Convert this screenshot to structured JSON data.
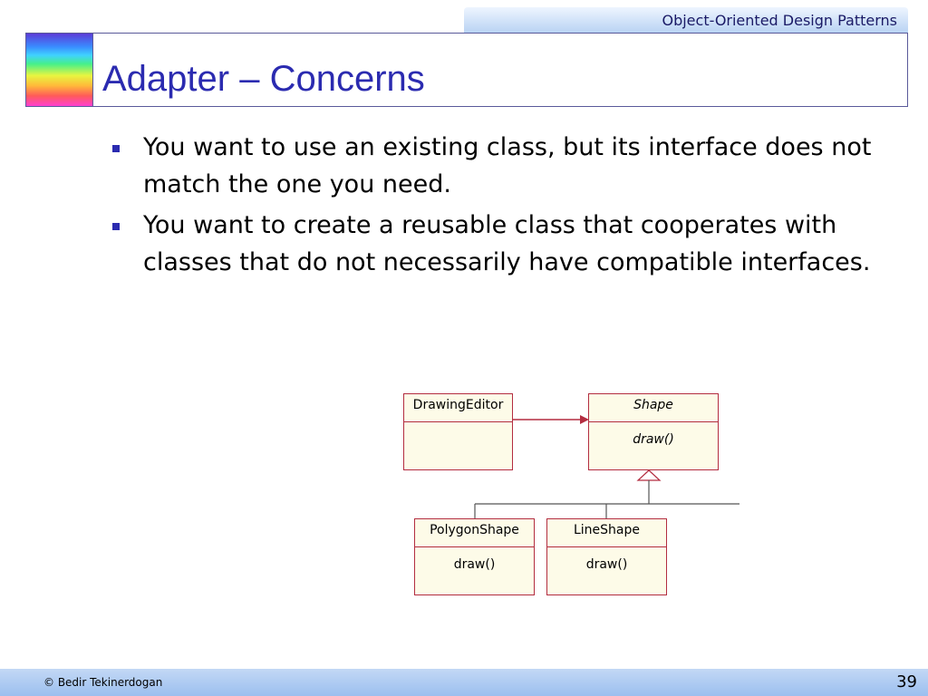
{
  "header": {
    "course_title": "Object-Oriented Design Patterns"
  },
  "slide": {
    "title": "Adapter – Concerns",
    "bullets": [
      "You want to use an existing class, but its interface does not match the one you need.",
      "You want to create a reusable class that cooperates with classes that do not necessarily have compatible interfaces."
    ]
  },
  "diagram": {
    "classes": {
      "drawing_editor": {
        "name": "DrawingEditor"
      },
      "shape": {
        "name": "Shape",
        "method": "draw()"
      },
      "polygon_shape": {
        "name": "PolygonShape",
        "method": "draw()"
      },
      "line_shape": {
        "name": "LineShape",
        "method": "draw()"
      }
    }
  },
  "footer": {
    "copyright": "© Bedir Tekinerdogan",
    "page_number": "39"
  },
  "colors": {
    "title": "#2b2bb0",
    "uml_border": "#b32d40",
    "uml_fill": "#fdfbe8"
  }
}
